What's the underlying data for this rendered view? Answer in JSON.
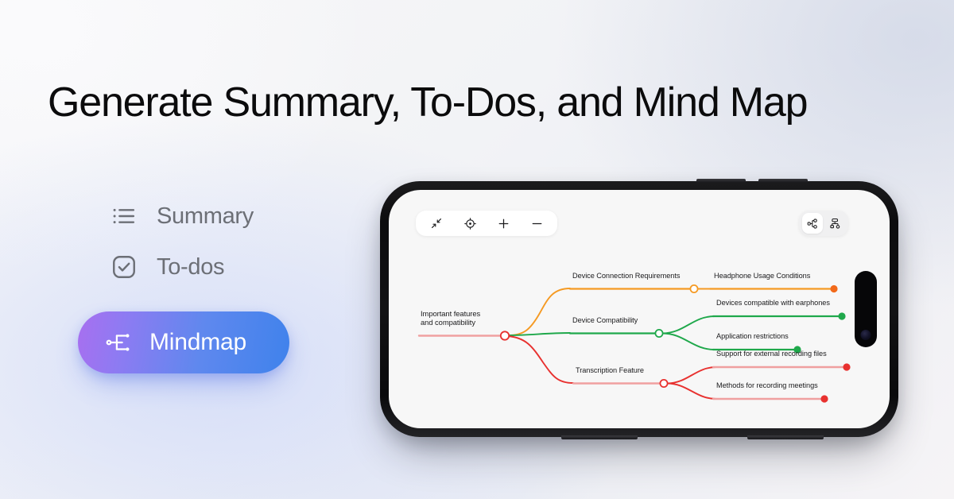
{
  "headline": "Generate Summary, To-Dos, and Mind Map",
  "options": [
    {
      "label": "Summary",
      "icon": "list-bullets-icon",
      "active": false
    },
    {
      "label": "To-dos",
      "icon": "checkbox-checked-icon",
      "active": false
    },
    {
      "label": "Mindmap",
      "icon": "mindmap-icon",
      "active": true
    }
  ],
  "colors": {
    "pill_gradient_start": "#a86ff0",
    "pill_gradient_end": "#3f82ec",
    "branch_orange": "#f59a23",
    "branch_green": "#1fa84b",
    "branch_red": "#e8312f",
    "root_red": "#e8312f",
    "headline_color": "#0b0b0c",
    "option_label_color": "#6c6f76"
  },
  "phone": {
    "toolbar_left": [
      {
        "name": "collapse-all-icon",
        "label": "Collapse"
      },
      {
        "name": "recenter-icon",
        "label": "Recenter"
      },
      {
        "name": "zoom-in-icon",
        "label": "Zoom in"
      },
      {
        "name": "zoom-out-icon",
        "label": "Zoom out"
      }
    ],
    "toolbar_right": [
      {
        "name": "layout-horizontal-icon",
        "label": "Horizontal layout",
        "selected": true
      },
      {
        "name": "layout-vertical-icon",
        "label": "Vertical layout",
        "selected": false
      }
    ]
  },
  "chart_data": {
    "type": "diagram",
    "diagram_type": "mindmap",
    "orientation": "left-to-right",
    "title": "Important features and compatibility",
    "root": {
      "label": "Important features and compatibility",
      "label_line1": "Important features",
      "label_line2": "and compatibility",
      "color": "#e8312f",
      "node_style": "hollow-circle"
    },
    "branches": [
      {
        "label": "Device Connection Requirements",
        "color": "#f59a23",
        "node_style": "hollow-circle",
        "children": [
          {
            "label": "Headphone Usage Conditions",
            "color": "#f59a23",
            "node_style": "filled-dot"
          }
        ]
      },
      {
        "label": "Device Compatibility",
        "color": "#1fa84b",
        "node_style": "hollow-circle",
        "children": [
          {
            "label": "Devices compatible with earphones",
            "color": "#1fa84b",
            "node_style": "filled-dot"
          },
          {
            "label": "Application restrictions",
            "color": "#1fa84b",
            "node_style": "filled-dot"
          }
        ]
      },
      {
        "label": "Transcription Feature",
        "color": "#e8312f",
        "node_style": "hollow-circle",
        "children": [
          {
            "label": "Support for external recording files",
            "color": "#e8312f",
            "node_style": "filled-dot"
          },
          {
            "label": "Methods for recording meetings",
            "color": "#e8312f",
            "node_style": "filled-dot"
          }
        ]
      }
    ]
  }
}
